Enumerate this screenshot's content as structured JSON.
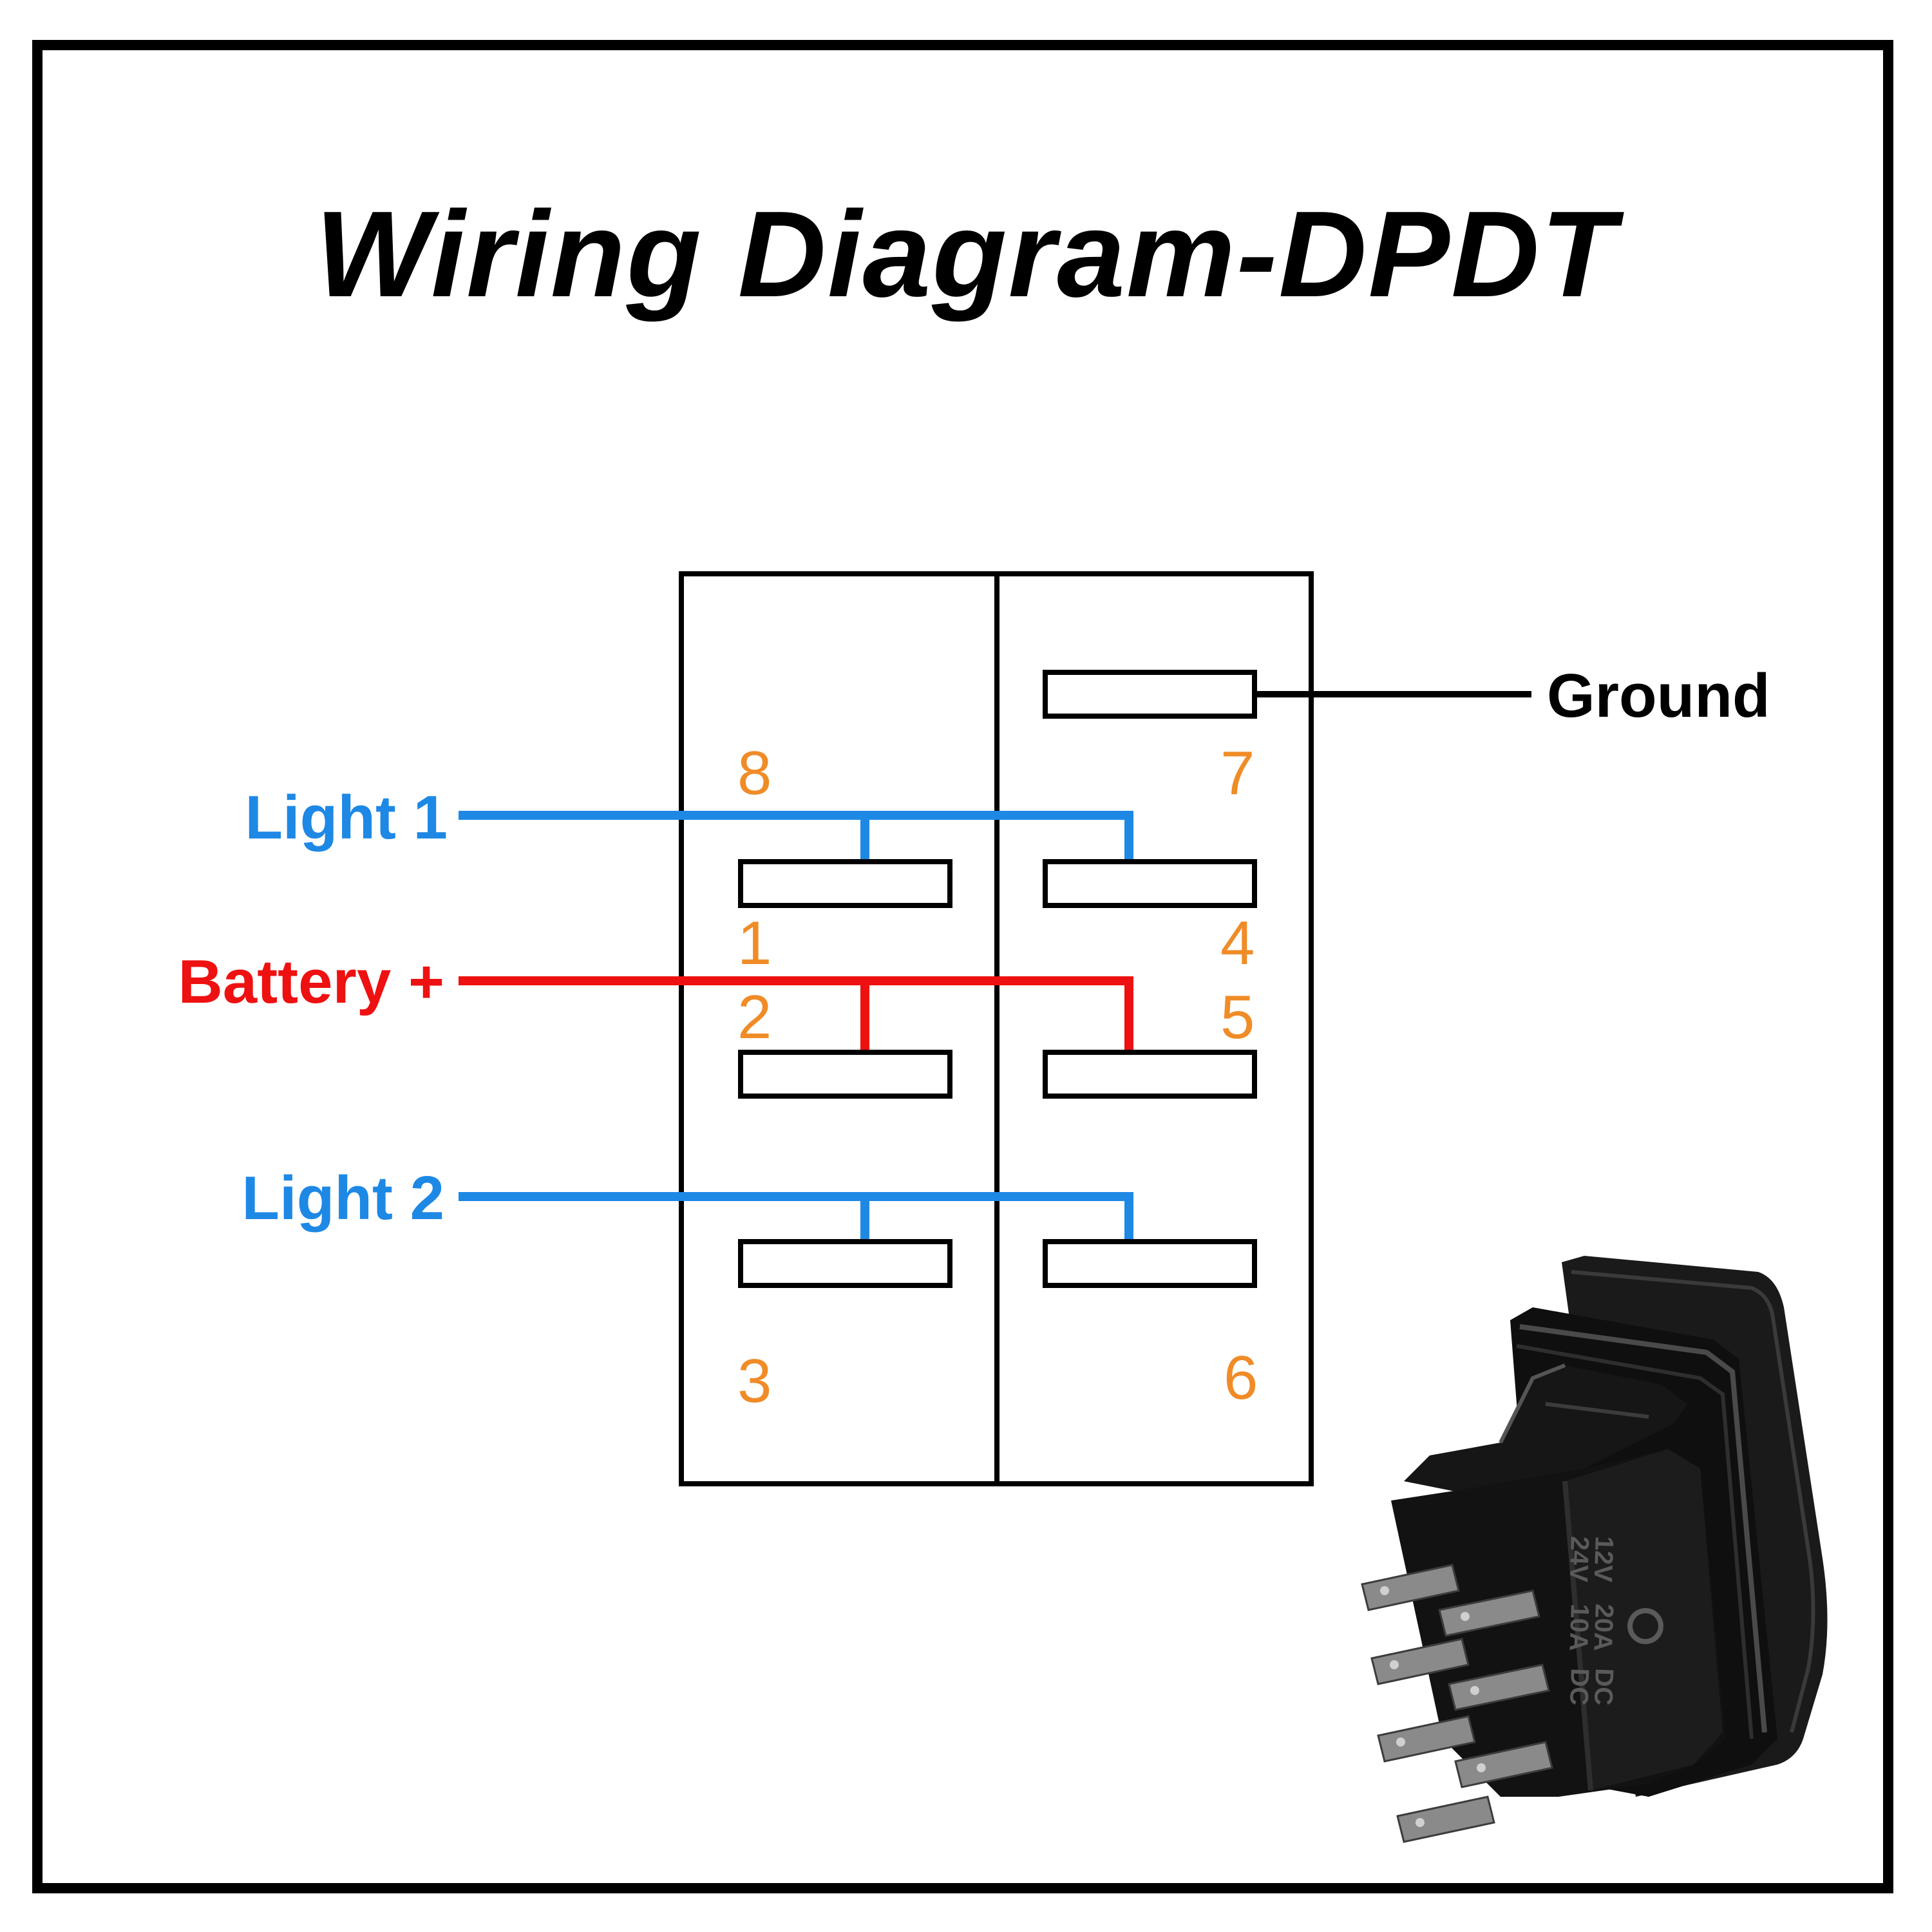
{
  "title": "Wiring Diagram-DPDT",
  "labels": {
    "ground": "Ground",
    "light1": "Light 1",
    "battery": "Battery +",
    "light2": "Light 2"
  },
  "pins": [
    "8",
    "7",
    "1",
    "4",
    "2",
    "5",
    "3",
    "6"
  ],
  "switch_markings": [
    "12V",
    "20A",
    "DC",
    "24V",
    "10A",
    "DC"
  ],
  "colors": {
    "light": "#1e88e5",
    "battery": "#ee1111",
    "ground": "#000000",
    "pin_number": "#f08c28"
  }
}
